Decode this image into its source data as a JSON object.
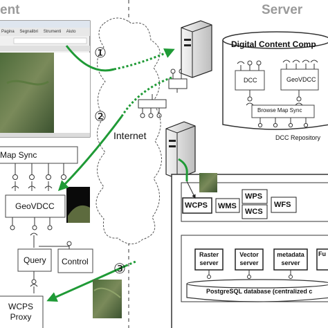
{
  "headers": {
    "client": "ent",
    "server": "Server"
  },
  "browser": {
    "menu": [
      "Pagina",
      "Segnalibri",
      "Strumenti",
      "Aiuto"
    ]
  },
  "client": {
    "map_sync": "Map Sync",
    "geovdcc": "GeoVDCC",
    "query": "Query",
    "control": "Control",
    "wcps_proxy": [
      "WCPS",
      "Proxy"
    ]
  },
  "internet": "Internet",
  "steps": [
    "①",
    "②",
    "③"
  ],
  "server": {
    "dcc_title": "Digital Content Comp",
    "dcc": "DCC",
    "geovdcc": "GeoVDCC",
    "browse_map_sync": "Browse Map Sync",
    "repository": "DCC Repository",
    "services": [
      "WCPS",
      "WMS",
      "WPS",
      "WCS",
      "WFS"
    ],
    "backends": [
      [
        "Raster",
        "server"
      ],
      [
        "Vector",
        "server"
      ],
      [
        "metadata",
        "server"
      ],
      [
        "Fu"
      ]
    ],
    "database": "PostgreSQL database (centralized c"
  },
  "colors": {
    "arrow": "#1f9a36",
    "divider": "#999999",
    "header": "#9a9a9a"
  }
}
